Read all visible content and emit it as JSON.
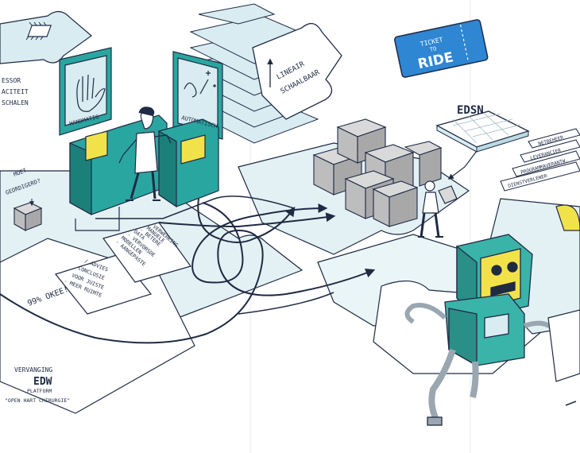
{
  "colors": {
    "navy": "#1f2a44",
    "teal": "#2aa6a0",
    "teal_dark": "#1b7f7a",
    "pale_blue": "#d8ecf1",
    "pale_teal": "#cde8e6",
    "yellow": "#f2e24a",
    "ticket_blue": "#2f86d3",
    "box_grey": "#bdbdbd",
    "robot_teal": "#3ab3a8"
  },
  "labels": {
    "processor_line1": "ESSOR",
    "processor_line2": "ACITEIT",
    "processor_line3": "SCHALEN",
    "moet_line1": "MOET",
    "moet_line2": "GEORDIGERD?",
    "handmatig": "HANDMATIG",
    "automatisch": "AUTOMATISCH",
    "lineair": "LINEAIR",
    "schaalbaar": "SCHAALBAAR",
    "ticket_line1": "TICKET",
    "ticket_line2": "TO",
    "ticket_line3": "RIDE",
    "edsn": "EDSN",
    "netbeheer": "NETBEHEER",
    "leverancier": "LEVERANCIER",
    "programmaverantw": "PROGRAMMAVERANTW.",
    "dienstverlener": "DIENSTVERLENER",
    "percent_okee": "99% OKEE!",
    "vervanging": "VERVANGING",
    "edw": "EDW",
    "platform": "PLATFORM",
    "open_hart": "\"OPEN HART CHIRURGIE\""
  },
  "notes": {
    "left": [
      "- MEER RUIMTE",
      "VOOR JUISTE",
      "CONCLUSIE",
      "/ ADVIES"
    ],
    "right": [
      "- AANGEPASTE",
      "MODELLEN",
      "- VERVORSDE",
      "DATA",
      "- BETERE",
      "MANUELE",
      "VERWERKING"
    ]
  },
  "icons": {
    "chip": "microchip-icon",
    "hand": "hand-icon",
    "wand": "magic-wand-icon",
    "arrow": "arrow-icon"
  }
}
